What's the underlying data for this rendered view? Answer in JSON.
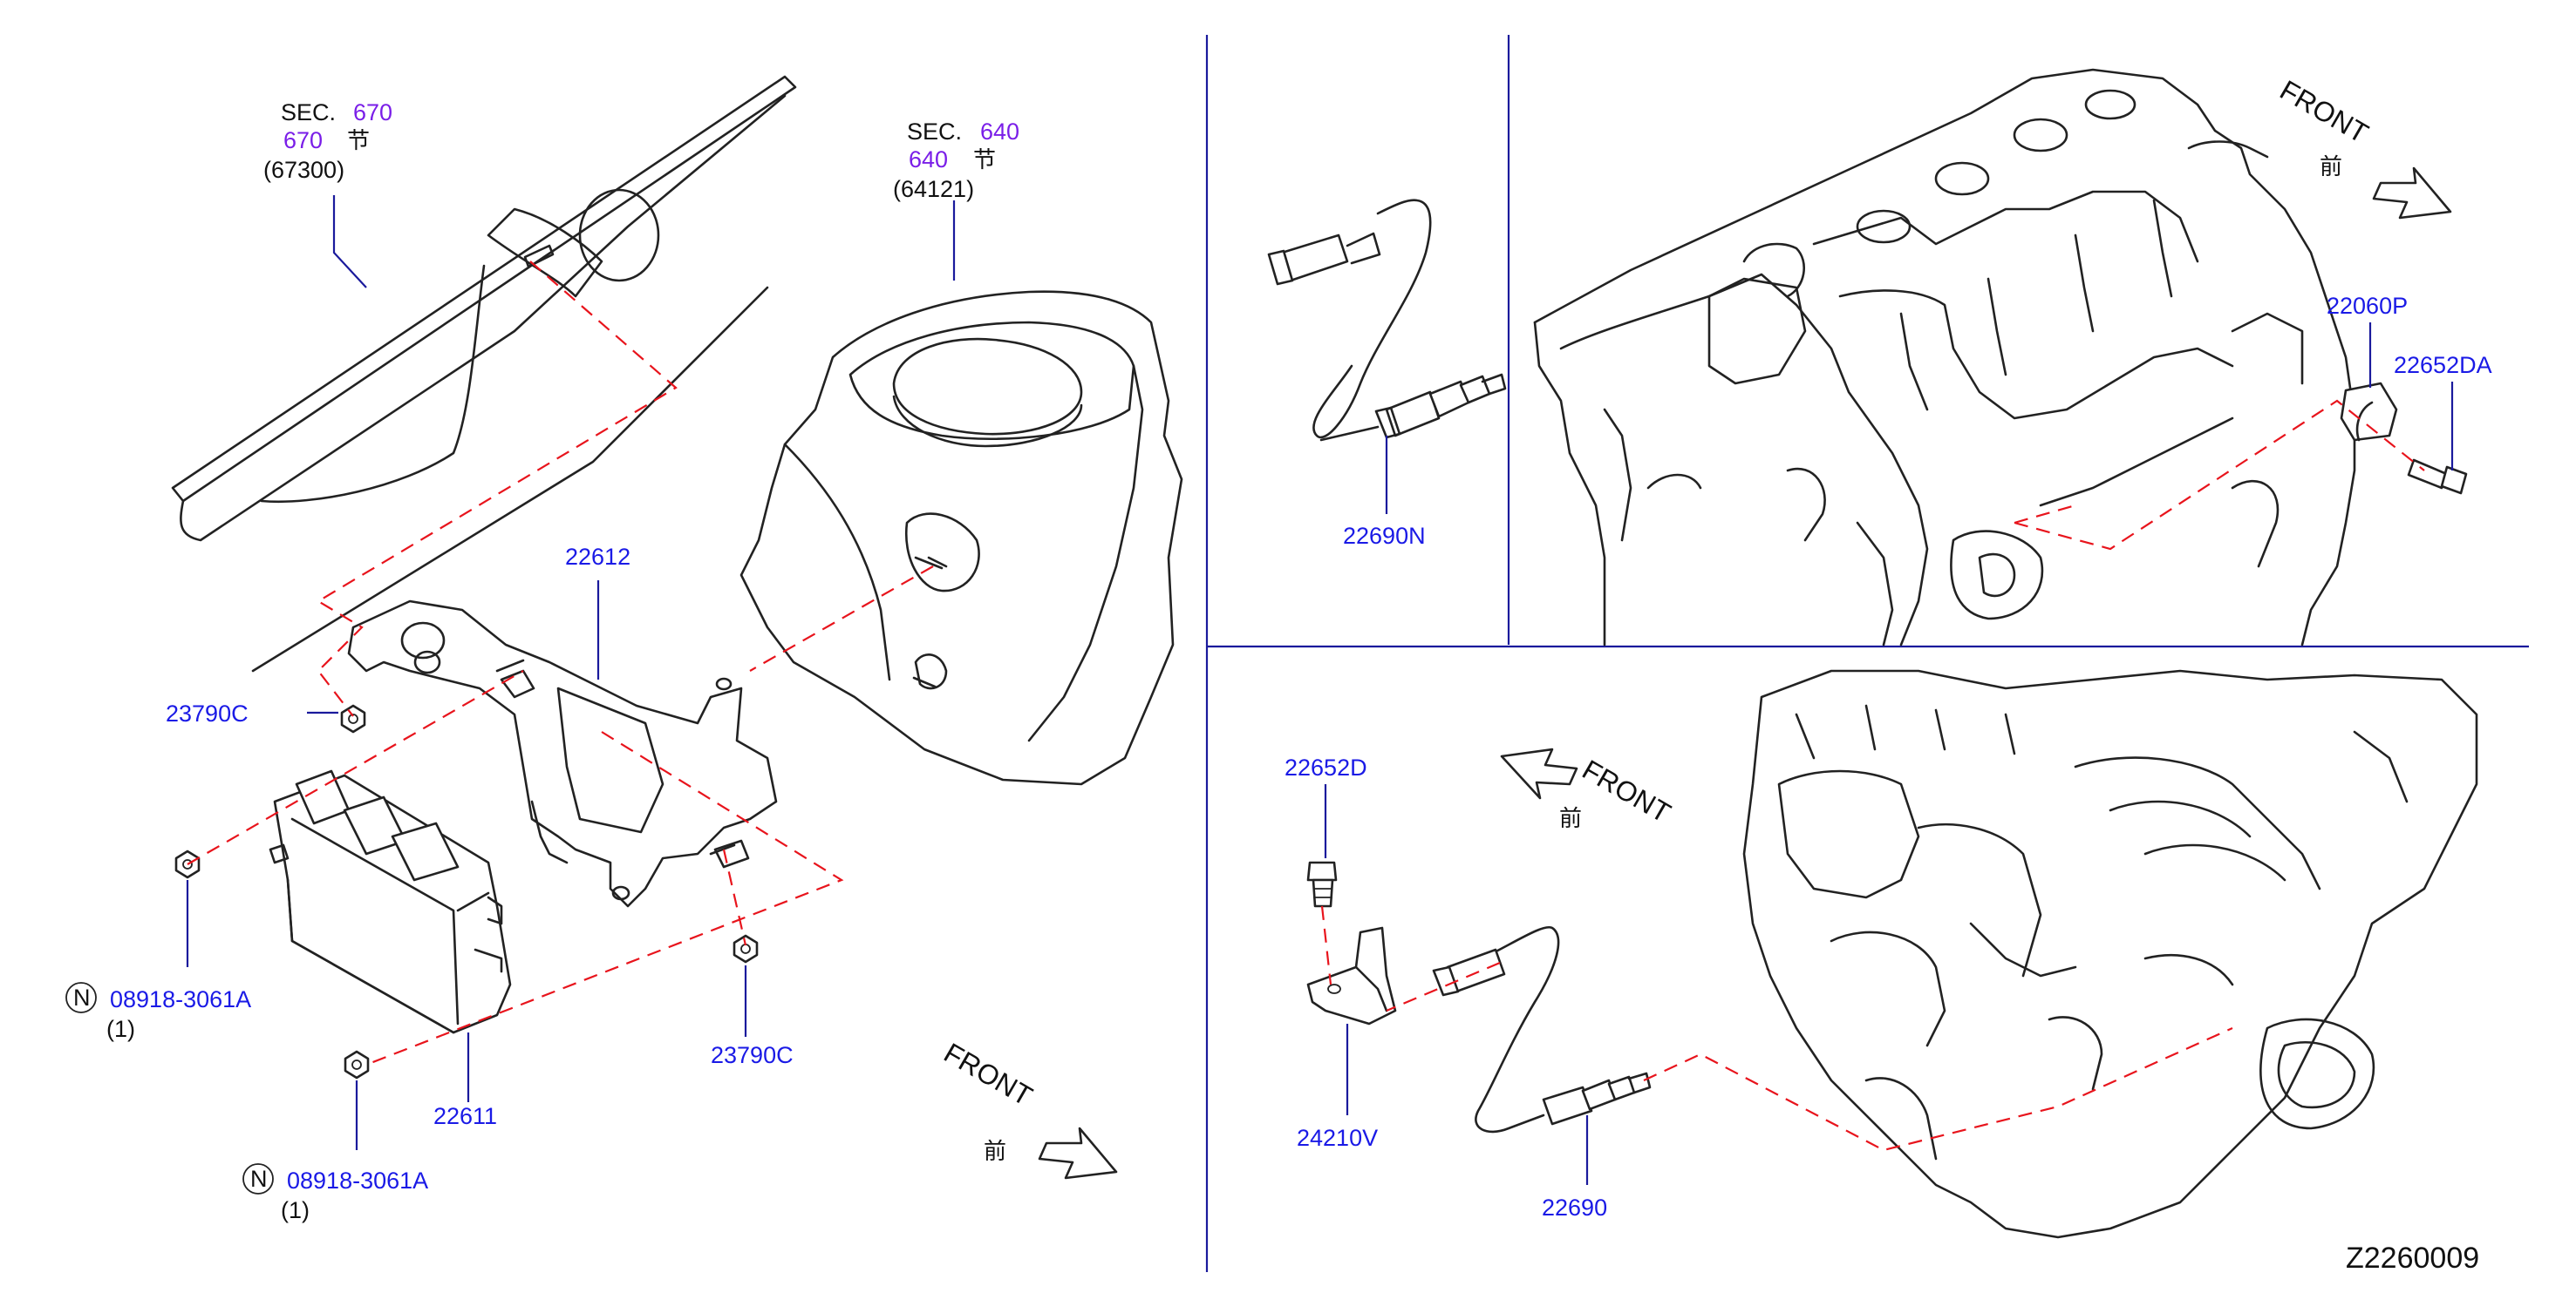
{
  "diagram_code": "Z2260009",
  "front_label": "FRONT",
  "front_cjk": "前",
  "section_refs": [
    {
      "sec_prefix": "SEC.",
      "sec_number": "670",
      "cjk_number": "670",
      "cjk_suffix": "节",
      "part_number": "(67300)"
    },
    {
      "sec_prefix": "SEC.",
      "sec_number": "640",
      "cjk_number": "640",
      "cjk_suffix": "节",
      "part_number": "(64121)"
    }
  ],
  "part_labels": {
    "p22612": "22612",
    "p23790c_left": "23790C",
    "p23790c_right": "23790C",
    "p08918_top": "08918-3061A",
    "p08918_top_qty": "(1)",
    "p08918_bottom": "08918-3061A",
    "p08918_bottom_qty": "(1)",
    "p22611": "22611",
    "p22690n": "22690N",
    "p22060p": "22060P",
    "p22652da": "22652DA",
    "p22652d": "22652D",
    "p24210v": "24210V",
    "p22690": "22690"
  },
  "n_marker": "N",
  "colors": {
    "part_number": "#1a1ae6",
    "section_number": "#7a1ee8",
    "phantom_line": "#e8141c",
    "leader_line": "#1a1a9c"
  }
}
